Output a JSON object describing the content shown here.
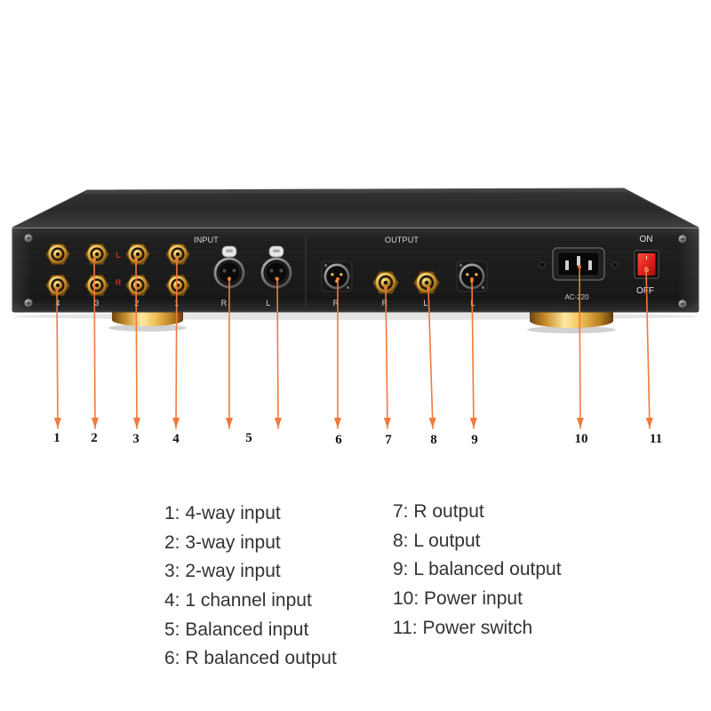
{
  "panel": {
    "input_section": {
      "title": "INPUT",
      "rca_channel_labels": [
        "4",
        "3",
        "2",
        "1"
      ],
      "rca_side_labels": [
        "L",
        "R"
      ],
      "xlr_labels": [
        "R",
        "L"
      ]
    },
    "output_section": {
      "title": "OUTPUT",
      "connector_labels": [
        "R",
        "R",
        "L",
        "L"
      ]
    },
    "power": {
      "inlet_label": "AC-220",
      "switch_on_label": "ON",
      "switch_off_label": "OFF"
    }
  },
  "callouts": [
    "1",
    "2",
    "3",
    "4",
    "5",
    "6",
    "7",
    "8",
    "9",
    "10",
    "11"
  ],
  "legend": {
    "left": [
      "1: 4-way input",
      "2: 3-way input",
      "3: 2-way input",
      "4: 1 channel input",
      "5: Balanced input",
      "6: R balanced output"
    ],
    "right": [
      "7: R output",
      "8: L output",
      "9: L balanced output",
      "10: Power input",
      "11: Power switch"
    ]
  },
  "colors": {
    "background": "#ffffff",
    "device_panel": "#1a1a1a",
    "gold_connectors": "#e0b04a",
    "arrow": "#f07a3c",
    "switch_red": "#e0201c",
    "side_label_red": "#d3261e",
    "legend_text": "#333333",
    "callout_text": "#111111"
  }
}
